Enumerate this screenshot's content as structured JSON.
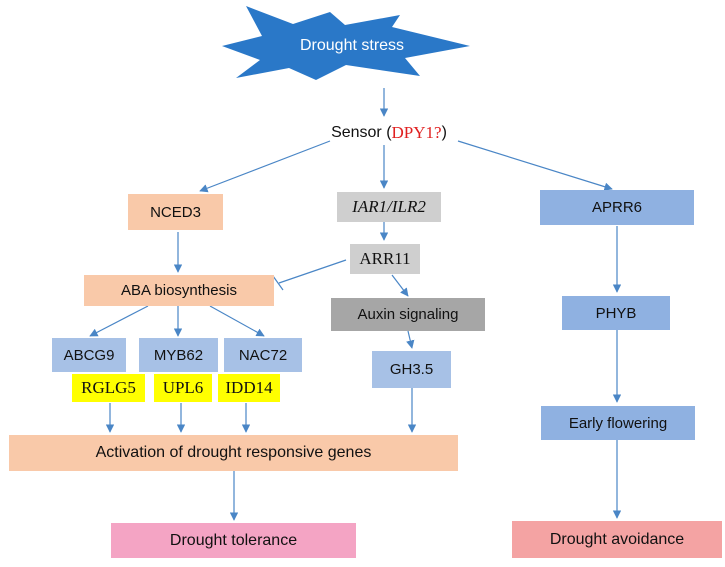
{
  "colors": {
    "arrow": "#4a86c6",
    "peach": "#f9c9a9",
    "blue": "#a7c1e6",
    "gray": "#a6a6a6",
    "yellow_highlight": "#ffff00",
    "pink": "#f4a4c4",
    "salmon": "#f4a3a3",
    "red_text": "#e02020",
    "star_fill": "#2a78c8"
  },
  "nodes": {
    "drought_stress": "Drought stress",
    "sensor_prefix": "Sensor (",
    "sensor_candidate": "DPY1?",
    "sensor_suffix": ")",
    "nced3": "NCED3",
    "iar1_ilr2": "IAR1/ILR2",
    "aprr6": "APRR6",
    "arr11": "ARR11",
    "aba_biosynthesis": "ABA biosynthesis",
    "auxin_signaling": "Auxin signaling",
    "phyb": "PHYB",
    "abcg9": "ABCG9",
    "myb62": "MYB62",
    "nac72": "NAC72",
    "gh3_5": "GH3.5",
    "rglg5": "RGLG5",
    "upl6": "UPL6",
    "idd14": "IDD14",
    "early_flowering": "Early flowering",
    "activation": "Activation of drought responsive genes",
    "drought_tolerance": "Drought tolerance",
    "drought_avoidance": "Drought avoidance"
  }
}
